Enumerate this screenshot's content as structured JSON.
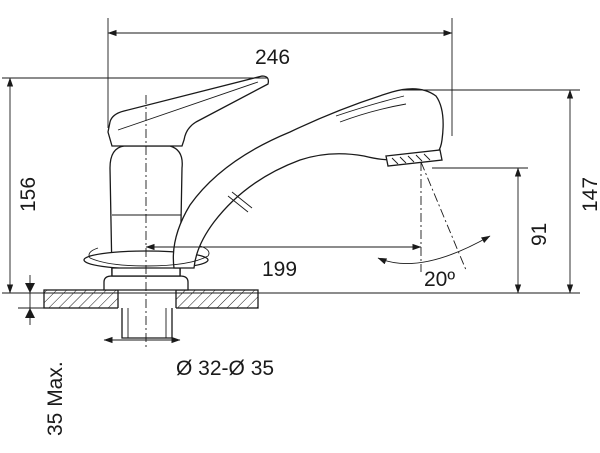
{
  "dimensions": {
    "width_top": "246",
    "height_left": "156",
    "height_right": "147",
    "spout_reach": "199",
    "spout_height": "91",
    "swivel_angle": "20º",
    "hole_diameter": "Ø 32-Ø 35",
    "max_thickness": "35 Max."
  },
  "colors": {
    "line": "#1a1a1a",
    "background": "#ffffff"
  }
}
